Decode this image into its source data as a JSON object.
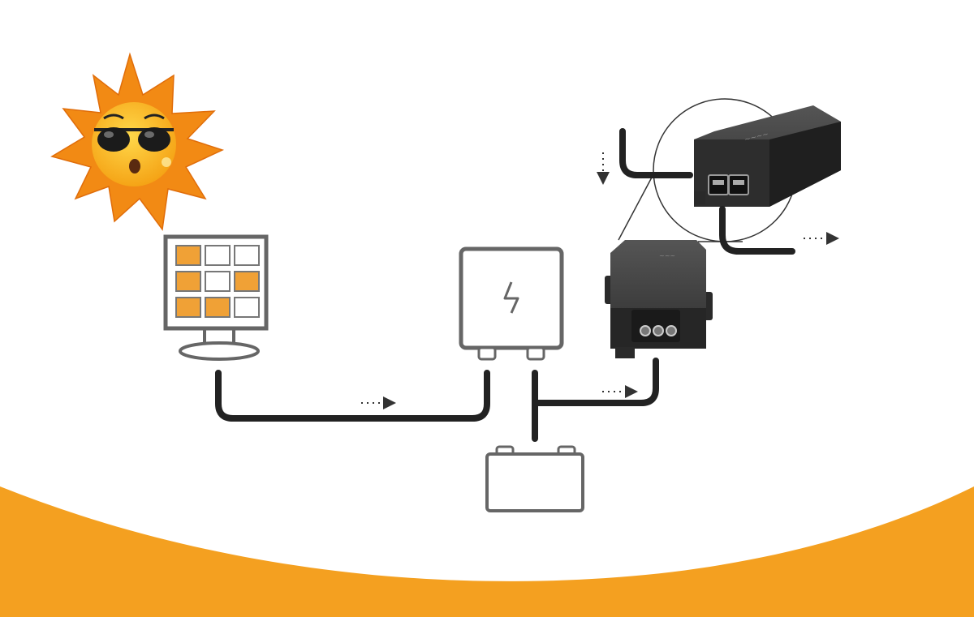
{
  "diagram": {
    "components": [
      {
        "id": "sun",
        "icon": "sun-with-sunglasses-icon"
      },
      {
        "id": "solar-panel",
        "icon": "solar-panel-icon",
        "cell_pattern": [
          "orange",
          "white",
          "white",
          "orange",
          "white",
          "orange",
          "orange",
          "orange",
          "white"
        ]
      },
      {
        "id": "charge-controller",
        "icon": "lightning-bolt-icon",
        "glyph": "ϟ"
      },
      {
        "id": "battery",
        "icon": "battery-icon"
      },
      {
        "id": "poe-converter",
        "icon": "dc-poe-converter-icon"
      },
      {
        "id": "poe-injector-zoom",
        "icon": "poe-injector-ethernet-icon"
      }
    ],
    "flow_arrows": [
      {
        "from": "solar-panel",
        "to": "charge-controller",
        "direction": "right"
      },
      {
        "from": "charge-controller",
        "to": "poe-converter",
        "direction": "right"
      },
      {
        "from": "network-in",
        "to": "poe-injector-zoom",
        "direction": "down"
      },
      {
        "from": "poe-injector-zoom",
        "to": "device-out",
        "direction": "right"
      }
    ]
  },
  "colors": {
    "accent_orange": "#f4a020",
    "cell_orange": "#f0a136",
    "sun_orange": "#f28a14",
    "sun_yellow": "#f9c12a",
    "cable": "#222222",
    "outline": "#555555",
    "device": "#3a3a3a"
  }
}
